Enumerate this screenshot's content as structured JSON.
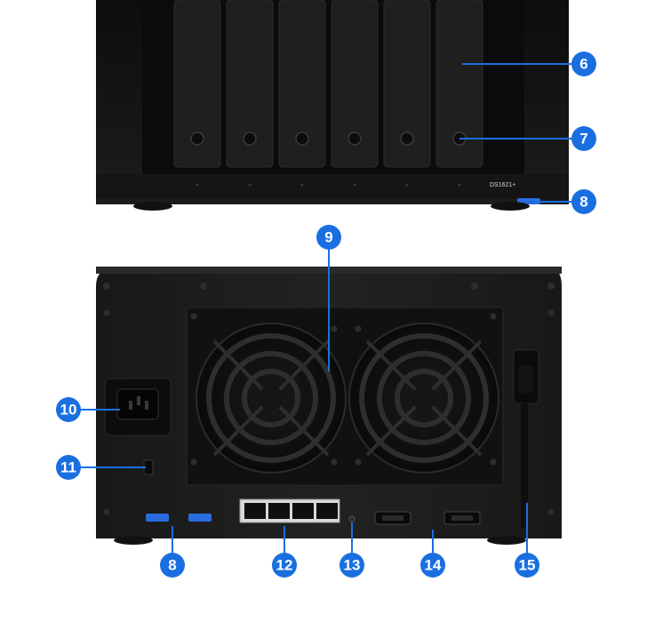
{
  "front_view": {
    "model_label": "DS1621+",
    "drive_bay_count": 6
  },
  "rear_view": {
    "lan_port_count": 4,
    "usb_port_count": 2,
    "expansion_port_count": 2,
    "fan_count": 2
  },
  "callouts": {
    "c6": "6",
    "c7": "7",
    "c8_front": "8",
    "c9": "9",
    "c10": "10",
    "c11": "11",
    "c8_rear": "8",
    "c12": "12",
    "c13": "13",
    "c14": "14",
    "c15": "15"
  },
  "colors": {
    "callout_blue": "#1a6fe0",
    "chassis": "#1b1b1b",
    "usb_blue": "#2a6be0"
  }
}
